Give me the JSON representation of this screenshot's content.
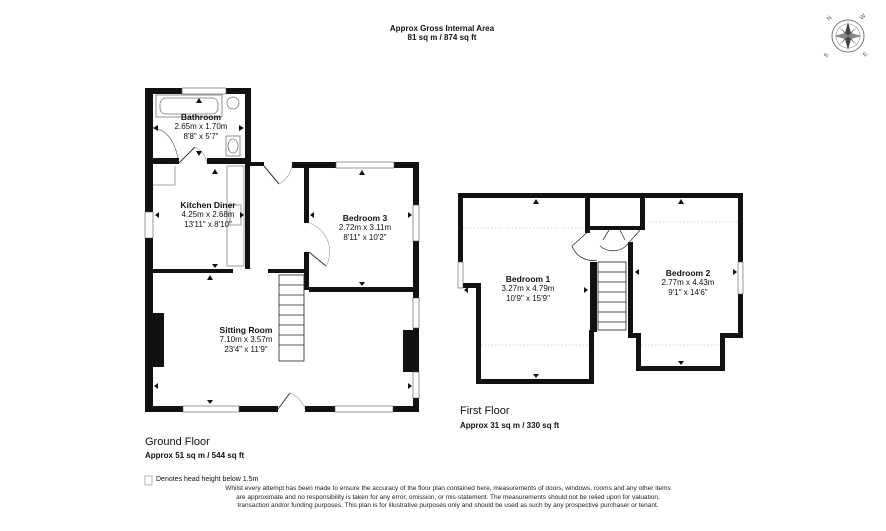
{
  "header": {
    "title": "Approx Gross Internal Area",
    "area": "81 sq m / 874 sq ft"
  },
  "compass": {
    "icon": "compass-rose-icon",
    "letters": [
      "N",
      "E",
      "S",
      "W"
    ]
  },
  "ground_floor": {
    "title": "Ground Floor",
    "area": "Approx 51 sq m / 544 sq ft",
    "rooms": [
      {
        "name": "Bathroom",
        "metric": "2.65m x 1.70m",
        "imperial": "8'8\" x 5'7\""
      },
      {
        "name": "Kitchen Diner",
        "metric": "4.25m x 2.68m",
        "imperial": "13'11\" x 8'10\""
      },
      {
        "name": "Bedroom 3",
        "metric": "2.72m x 3.11m",
        "imperial": "8'11\" x 10'2\""
      },
      {
        "name": "Sitting Room",
        "metric": "7.10m x 3.57m",
        "imperial": "23'4\" x 11'9\""
      }
    ]
  },
  "first_floor": {
    "title": "First Floor",
    "area": "Approx 31 sq m / 330 sq ft",
    "rooms": [
      {
        "name": "Bedroom 1",
        "metric": "3.27m x 4.79m",
        "imperial": "10'9\" x 15'9\""
      },
      {
        "name": "Bedroom 2",
        "metric": "2.77m x 4.43m",
        "imperial": "9'1\" x 14'6\""
      }
    ]
  },
  "legend": {
    "text": "Denotes head height below 1.5m"
  },
  "disclaimer": "Whilst every attempt has been made to ensure the accuracy of the floor plan contained here, measurements of doors, windows, rooms and any other items are approximate and no responsibility is taken for any error, omission, or mis-statement. The measurements should not be relied upon for valuation, transaction and/or funding purposes. This plan is for illustrative purposes only and should be used as such by any prospective purchaser or tenant."
}
